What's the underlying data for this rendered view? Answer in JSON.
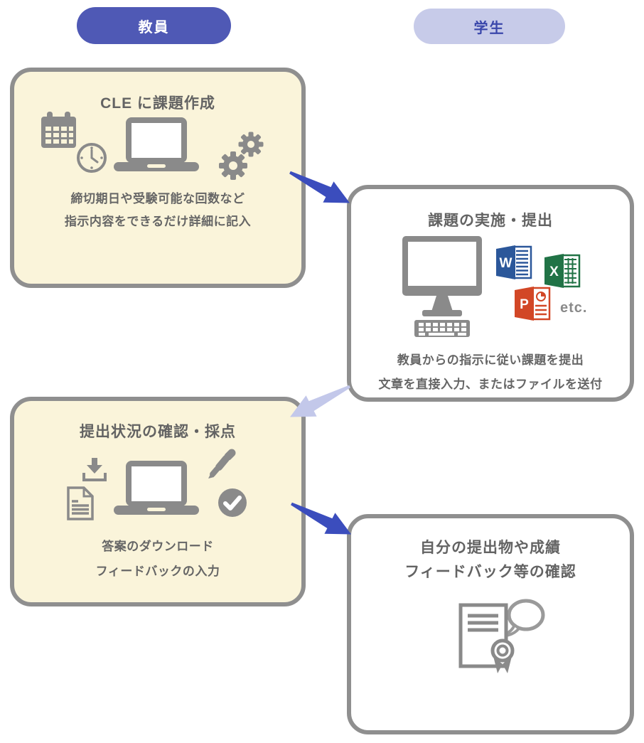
{
  "diagram": {
    "lanes": {
      "teacher": "教員",
      "student": "学生"
    },
    "cards": {
      "create": {
        "title": "CLE に課題作成",
        "line1": "締切期日や受験可能な回数など",
        "line2": "指示内容をできるだけ詳細に記入"
      },
      "submit": {
        "title": "課題の実施・提出",
        "line1": "教員からの指示に従い課題を提出",
        "line2": "文章を直接入力、またはファイルを送付",
        "etc": "etc.",
        "word_letter": "W",
        "excel_letter": "X",
        "powerpoint_letter": "P"
      },
      "grade": {
        "title": "提出状況の確認・採点",
        "line1": "答案のダウンロード",
        "line2": "フィードバックの入力"
      },
      "review": {
        "title1": "自分の提出物や成績",
        "title2": "フィードバック等の確認"
      }
    },
    "colors": {
      "teacher_pill": "#4f59b5",
      "student_pill": "#c7cbe9",
      "student_text": "#3a47ab",
      "card_cream": "#faf4da",
      "border_gray": "#8f8f8f",
      "icon_gray": "#8a8a8a",
      "text_gray": "#636363",
      "arrow_blue": "#3b4dbd",
      "arrow_lavender": "#c3c8ea",
      "word_blue": "#2b579a",
      "excel_green": "#217346",
      "powerpoint_orange": "#d24726"
    }
  }
}
